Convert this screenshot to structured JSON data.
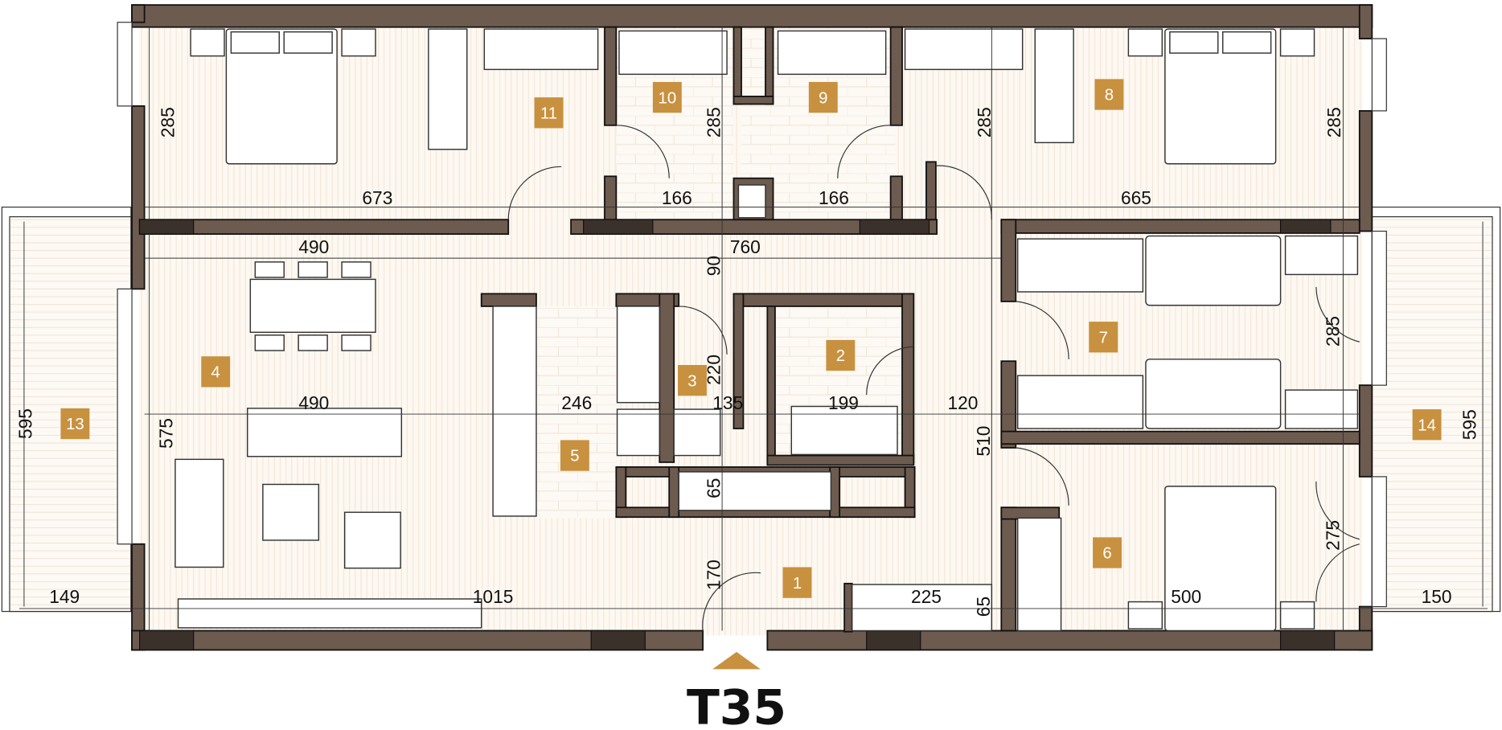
{
  "plan_title": "T35",
  "colors": {
    "wall": "#6d5b4f",
    "column": "#3b312b",
    "room_label": "#c8913f",
    "floor": "#fdf8f1",
    "entrance_arrow": "#c8913f"
  },
  "room_labels": [
    "1",
    "2",
    "3",
    "4",
    "5",
    "6",
    "7",
    "8",
    "9",
    "10",
    "11",
    "13",
    "14"
  ],
  "dimensions": [
    "285",
    "673",
    "285",
    "166",
    "166",
    "285",
    "665",
    "285",
    "490",
    "760",
    "90",
    "220",
    "135",
    "199",
    "120",
    "246",
    "490",
    "575",
    "595",
    "510",
    "285",
    "595",
    "65",
    "170",
    "1015",
    "225",
    "65",
    "500",
    "275",
    "149",
    "150"
  ]
}
